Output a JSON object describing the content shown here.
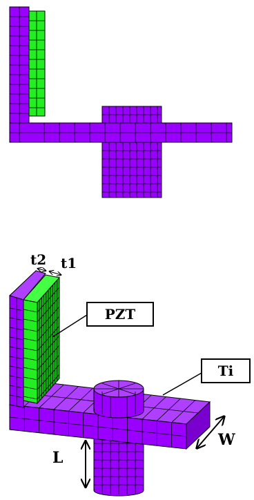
{
  "figure": {
    "colors": {
      "ti": "#9900ff",
      "ti_dark": "#7000c0",
      "ti_light": "#b040ff",
      "pzt": "#22ee22",
      "pzt_dark": "#11aa11",
      "mesh_line": "#000000",
      "background": "#ffffff"
    },
    "labels": {
      "pzt": "PZT",
      "ti": "Ti",
      "t2": "t2",
      "t1": "t1",
      "width": "W",
      "length": "L"
    }
  }
}
